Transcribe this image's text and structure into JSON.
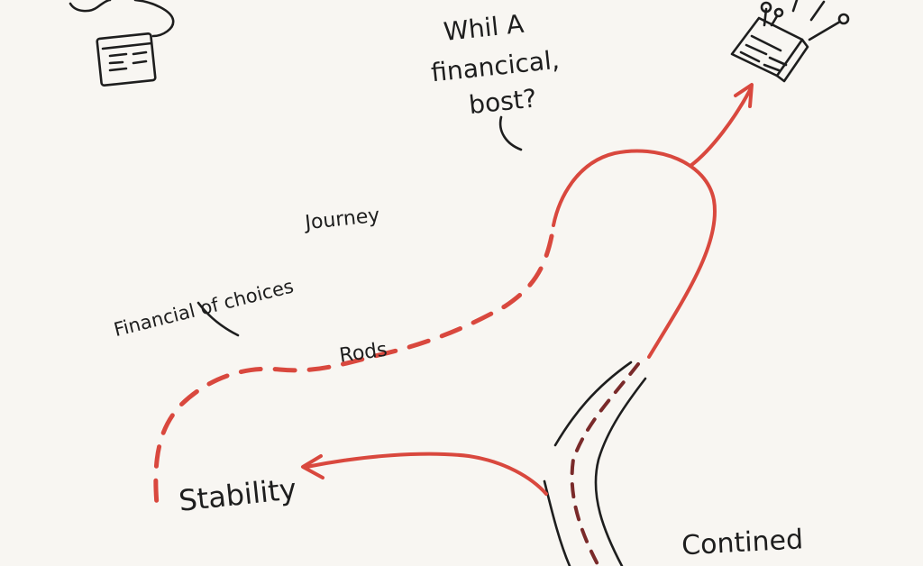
{
  "labels": {
    "question_line1": "Whil A",
    "question_line2": "financical,",
    "question_line3": "bost?",
    "journey": "Journey",
    "financial_choices": "Financial of choices",
    "roads": "Rods",
    "stability": "Stability",
    "continued": "Contined"
  },
  "colors": {
    "path": "#d9483e",
    "ink": "#1e1e1e",
    "paper": "#f8f6f2"
  },
  "icons": {
    "top_left": "cloud-browser-icon",
    "top_right": "document-with-pins-icon"
  }
}
